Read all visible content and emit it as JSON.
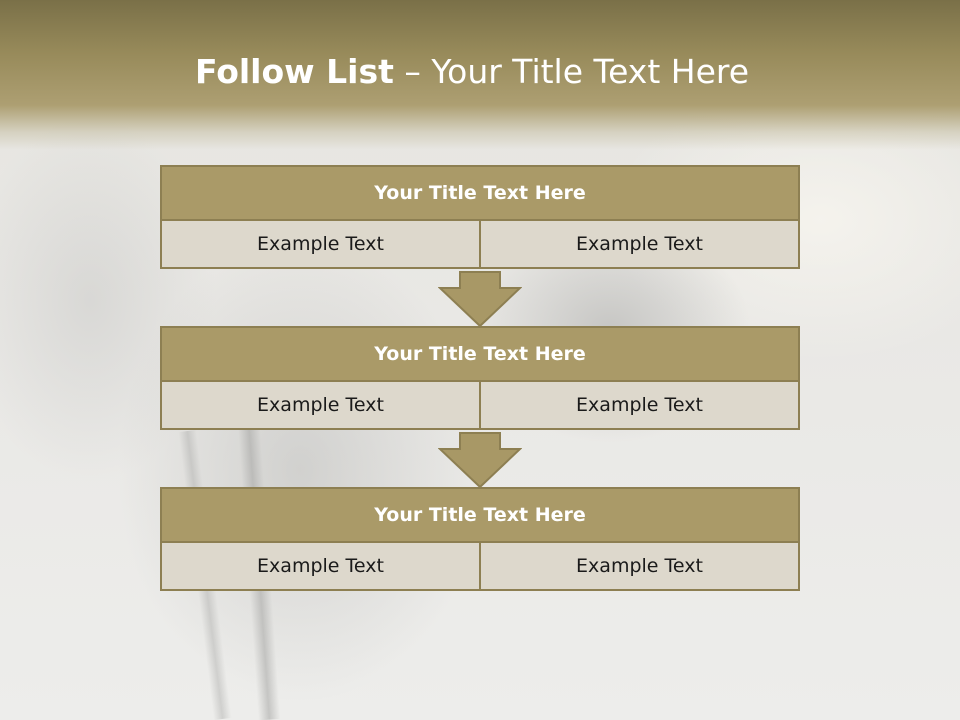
{
  "slide": {
    "title_bold": "Follow List",
    "title_rest": " – Your Title Text Here"
  },
  "blocks": [
    {
      "title": "Your Title Text Here",
      "left": "Example Text",
      "right": "Example Text"
    },
    {
      "title": "Your Title Text Here",
      "left": "Example Text",
      "right": "Example Text"
    },
    {
      "title": "Your Title Text Here",
      "left": "Example Text",
      "right": "Example Text"
    }
  ],
  "colors": {
    "header_band": "#978a5a",
    "block_title_fill": "#aa9a68",
    "block_border": "#8d7f52",
    "cell_fill": "#ddd8cc",
    "arrow_fill": "#a89866"
  }
}
